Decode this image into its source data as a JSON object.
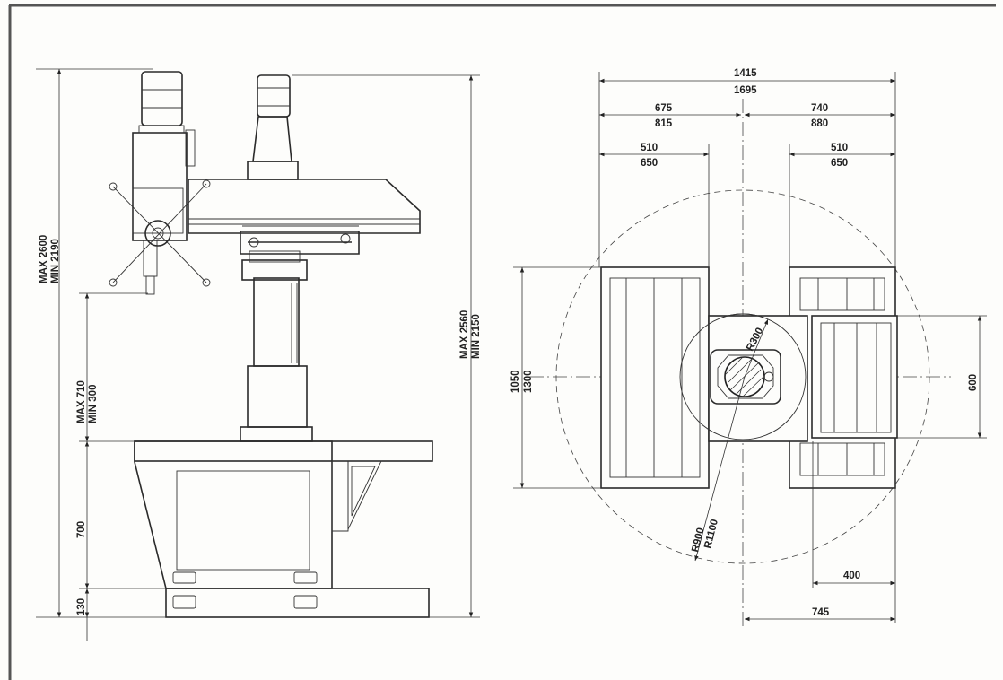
{
  "dimensions": {
    "overall_width": {
      "value_a": "1415",
      "value_b": "1695"
    },
    "left_half": {
      "value_a": "675",
      "value_b": "815"
    },
    "right_half": {
      "value_a": "740",
      "value_b": "880"
    },
    "left_table": {
      "value_a": "510",
      "value_b": "650"
    },
    "right_table": {
      "value_a": "510",
      "value_b": "650"
    },
    "base_depth": {
      "value_a": "1050",
      "value_b": "1300"
    },
    "table_depth": "600",
    "radius_small": "R300",
    "radius_large": {
      "value_a": "R900",
      "value_b": "R1100"
    },
    "offset_400": "400",
    "offset_745": "745",
    "total_height": {
      "value_a": "MAX 2600",
      "value_b": "MIN 2190"
    },
    "arm_height": {
      "value_a": "MAX 2560",
      "value_b": "MIN 2150"
    },
    "spindle_travel": {
      "value_a": "MAX 710",
      "value_b": "MIN 300"
    },
    "table_height": "700",
    "base_height": "130"
  },
  "colors": {
    "line": "#2b2b2b",
    "paper": "#fdfdfb"
  }
}
